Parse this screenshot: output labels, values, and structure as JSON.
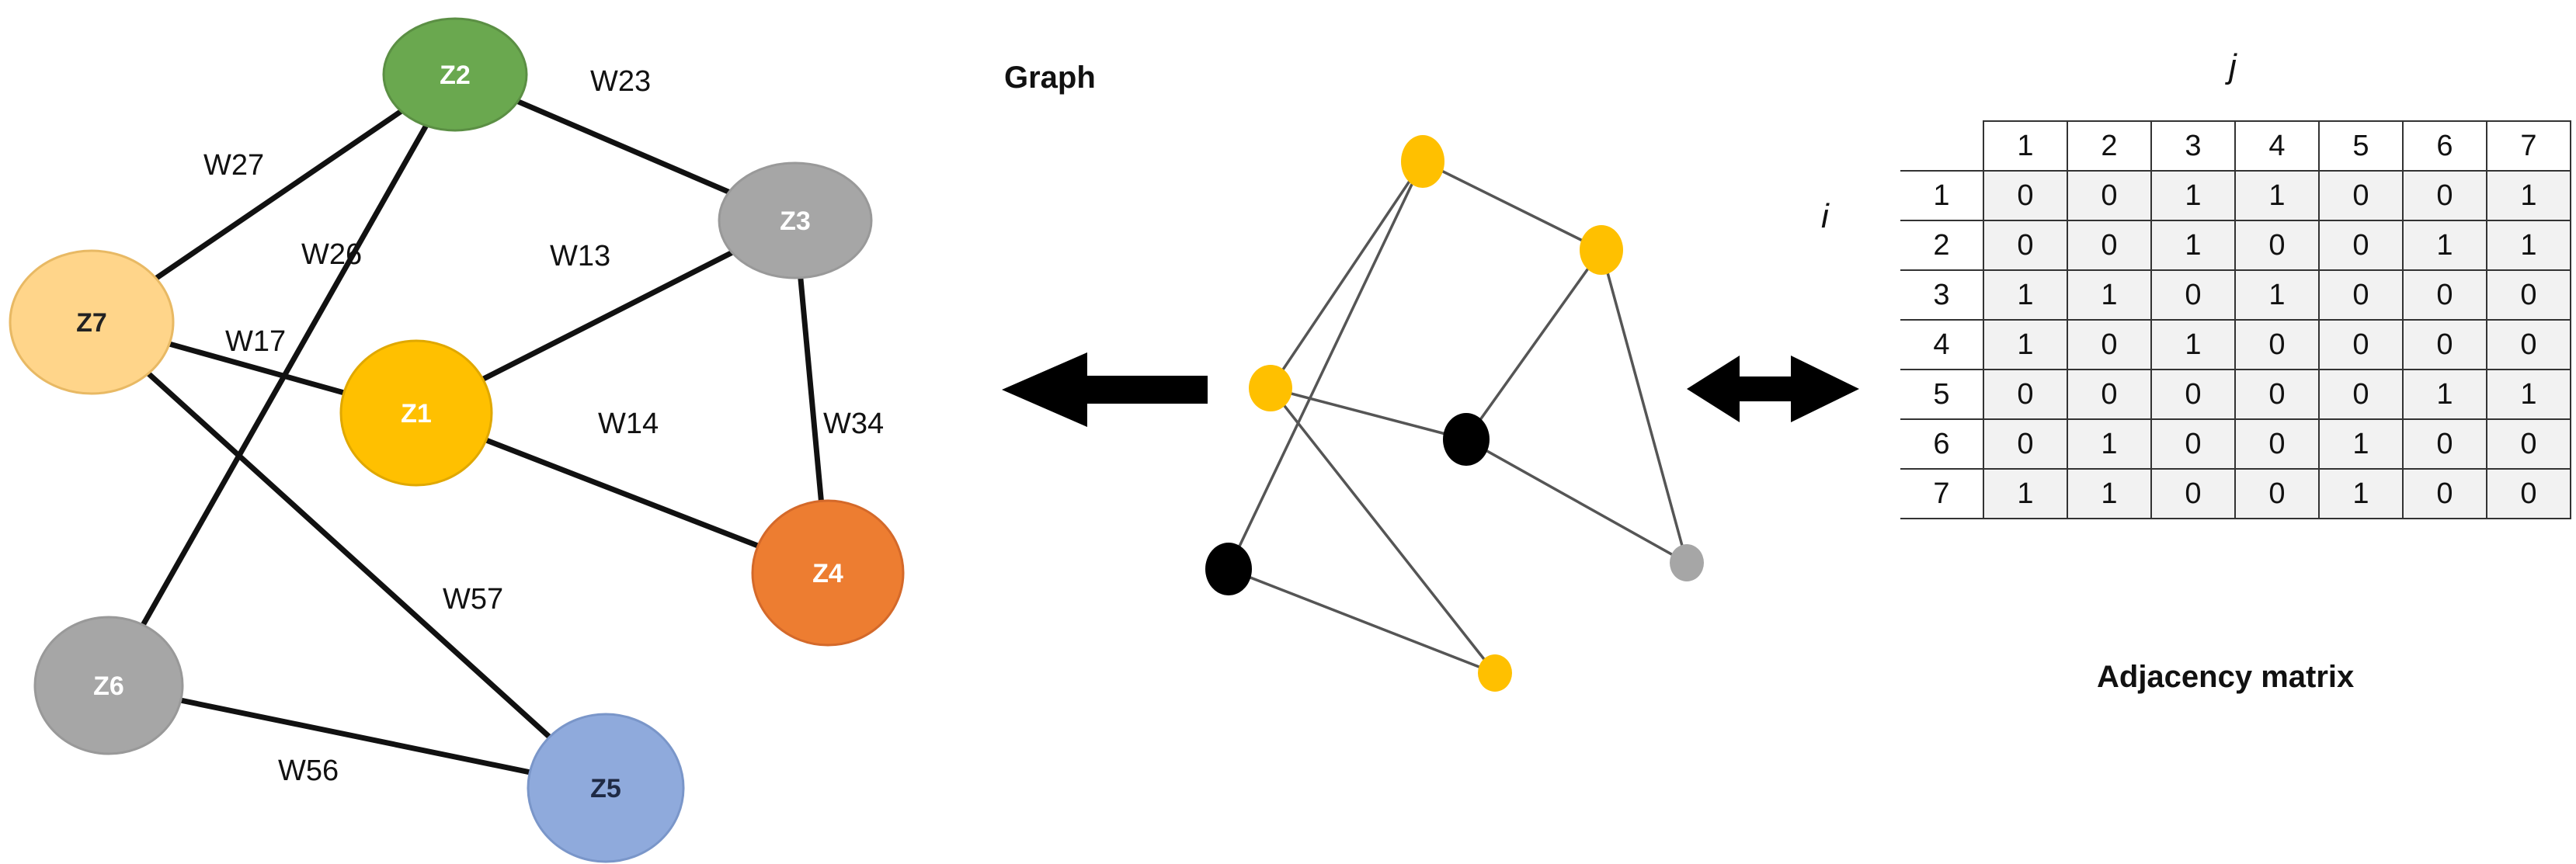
{
  "graph": {
    "title": "Graph",
    "nodes": [
      {
        "id": "Z2",
        "label": "Z2",
        "fill": "#6aa84f",
        "stroke": "#5b8f44",
        "text": "#ffffff"
      },
      {
        "id": "Z3",
        "label": "Z3",
        "fill": "#a6a6a6",
        "stroke": "#999999",
        "text": "#ffffff"
      },
      {
        "id": "Z7",
        "label": "Z7",
        "fill": "#ffd58a",
        "stroke": "#e8b964",
        "text": "#222222"
      },
      {
        "id": "Z1",
        "label": "Z1",
        "fill": "#ffc000",
        "stroke": "#e0a800",
        "text": "#ffffff"
      },
      {
        "id": "Z4",
        "label": "Z4",
        "fill": "#ed7d31",
        "stroke": "#d4692a",
        "text": "#ffffff"
      },
      {
        "id": "Z6",
        "label": "Z6",
        "fill": "#a6a6a6",
        "stroke": "#999999",
        "text": "#ffffff"
      },
      {
        "id": "Z5",
        "label": "Z5",
        "fill": "#8faadc",
        "stroke": "#7a96c9",
        "text": "#1f2a44"
      }
    ],
    "edges": [
      {
        "from": "Z7",
        "to": "Z2",
        "weight": "W27"
      },
      {
        "from": "Z2",
        "to": "Z3",
        "weight": "W23"
      },
      {
        "from": "Z6",
        "to": "Z2",
        "weight": "W26"
      },
      {
        "from": "Z1",
        "to": "Z3",
        "weight": "W13"
      },
      {
        "from": "Z7",
        "to": "Z1",
        "weight": "W17"
      },
      {
        "from": "Z1",
        "to": "Z4",
        "weight": "W14"
      },
      {
        "from": "Z3",
        "to": "Z4",
        "weight": "W34"
      },
      {
        "from": "Z7",
        "to": "Z5",
        "weight": "W57"
      },
      {
        "from": "Z6",
        "to": "Z5",
        "weight": "W56"
      }
    ]
  },
  "small_graph": {
    "nodes": [
      {
        "id": "a",
        "color": "#ffc000"
      },
      {
        "id": "b",
        "color": "#ffc000"
      },
      {
        "id": "c",
        "color": "#ffc000"
      },
      {
        "id": "d",
        "color": "#000000"
      },
      {
        "id": "e",
        "color": "#000000"
      },
      {
        "id": "f",
        "color": "#a6a6a6"
      },
      {
        "id": "g",
        "color": "#ffc000"
      }
    ],
    "edges": [
      [
        "a",
        "b"
      ],
      [
        "a",
        "c"
      ],
      [
        "a",
        "e"
      ],
      [
        "b",
        "d"
      ],
      [
        "b",
        "f"
      ],
      [
        "c",
        "d"
      ],
      [
        "c",
        "g"
      ],
      [
        "d",
        "f"
      ],
      [
        "e",
        "g"
      ]
    ]
  },
  "arrows": {
    "left": "arrow-left-icon",
    "both": "double-arrow-icon"
  },
  "matrix": {
    "title": "Adjacency matrix",
    "col_axis": "j",
    "row_axis": "i",
    "col_headers": [
      "1",
      "2",
      "3",
      "4",
      "5",
      "6",
      "7"
    ],
    "row_headers": [
      "1",
      "2",
      "3",
      "4",
      "5",
      "6",
      "7"
    ],
    "rows": [
      [
        "0",
        "0",
        "1",
        "1",
        "0",
        "0",
        "1"
      ],
      [
        "0",
        "0",
        "1",
        "0",
        "0",
        "1",
        "1"
      ],
      [
        "1",
        "1",
        "0",
        "1",
        "0",
        "0",
        "0"
      ],
      [
        "1",
        "0",
        "1",
        "0",
        "0",
        "0",
        "0"
      ],
      [
        "0",
        "0",
        "0",
        "0",
        "0",
        "1",
        "1"
      ],
      [
        "0",
        "1",
        "0",
        "0",
        "1",
        "0",
        "0"
      ],
      [
        "1",
        "1",
        "0",
        "0",
        "1",
        "0",
        "0"
      ]
    ]
  }
}
